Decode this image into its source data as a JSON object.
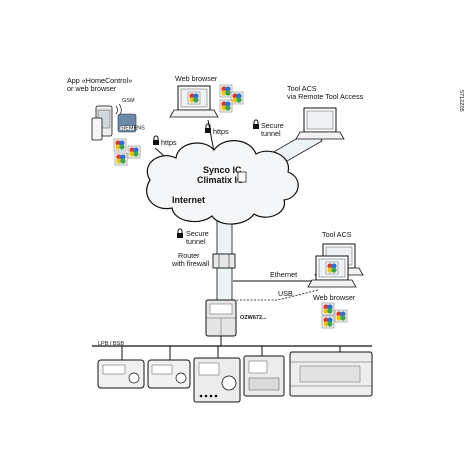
{
  "labels": {
    "app_line1": "App «HomeControl»",
    "app_line2": "or web browser",
    "gsm": "GSM",
    "web_browser_top": "Web browser",
    "tool_acs_line1": "Tool  ACS",
    "tool_acs_line2": "via Remote Tool Access",
    "https_left": "https",
    "https_mid": "https",
    "secure_tunnel_top_1": "Secure",
    "secure_tunnel_top_2": "tunnel",
    "cloud_line1": "Synco IC",
    "cloud_line2": "Climatix IC",
    "internet": "Internet",
    "secure_tunnel_mid_1": "Secure",
    "secure_tunnel_mid_2": "tunnel",
    "router_line1": "Router",
    "router_line2": "with firewall",
    "tool_acs_right": "Tool ACS",
    "ethernet": "Ethernet",
    "usb": "USB",
    "web_browser_right": "Web browser",
    "ozw": "OZW672...",
    "bus": "LPB / BSB",
    "doc_id": "5712Z05",
    "brand": "SIEMENS"
  }
}
